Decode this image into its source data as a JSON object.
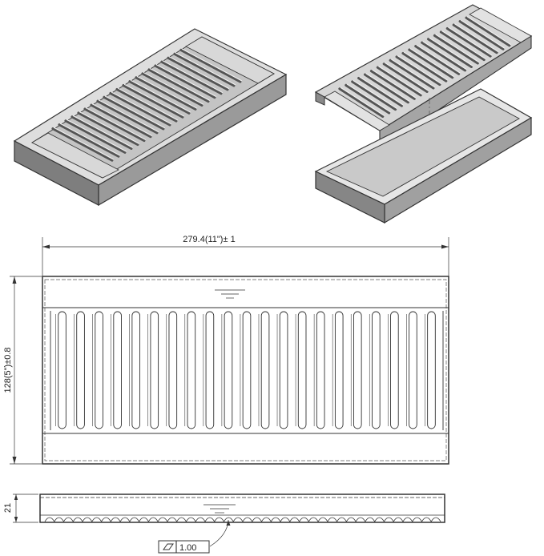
{
  "title": "",
  "colors": {
    "line": "#333333",
    "face_light": "#e4e4e4",
    "face_mid": "#c9c9c9",
    "face_dark": "#8f8f8f",
    "face_edge": "#6f6f6f",
    "paper": "#ffffff"
  },
  "dimensions": {
    "length_label": "279.4(11\")± 1",
    "width_label": "128(5\")±0.8",
    "height_label": "21",
    "flatness_value": "1.00"
  },
  "icons": {
    "flatness_symbol": "flatness-parallelogram-icon"
  },
  "grate": {
    "rib_count": 21
  }
}
